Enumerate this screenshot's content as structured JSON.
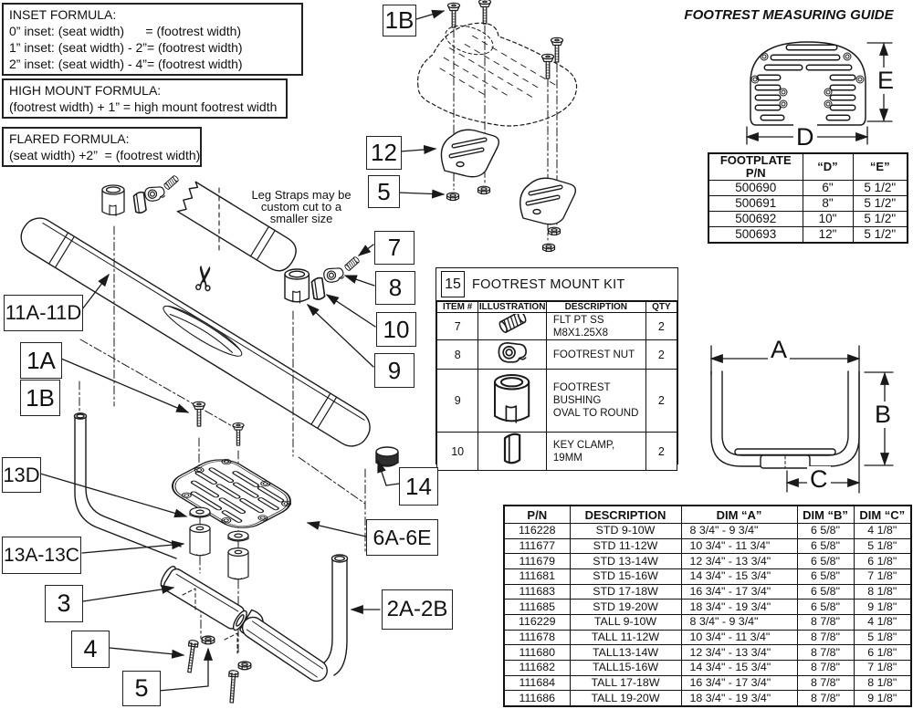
{
  "formulas": {
    "inset": {
      "title": "INSET FORMULA:",
      "line1": "0” inset: (seat width)      = (footrest width)",
      "line2": "1” inset: (seat width) - 2”= (footrest width)",
      "line3": "2” inset: (seat width) - 4”= (footrest width)"
    },
    "high_mount": {
      "title": "HIGH MOUNT FORMULA:",
      "line1": "(footrest width) + 1” = high mount footrest width"
    },
    "flared": {
      "title": "FLARED FORMULA:",
      "line1": "(seat width) +2”  = (footrest width)"
    }
  },
  "notes": {
    "leg_straps_line1": "Leg Straps may be",
    "leg_straps_line2": "custom cut to a",
    "leg_straps_line3": "smaller size"
  },
  "callouts": {
    "c1b_top": "1B",
    "c12": "12",
    "c5_top": "5",
    "c7": "7",
    "c8": "8",
    "c10": "10",
    "c9": "9",
    "c11a_11d": "11A-11D",
    "c1a": "1A",
    "c1b_left": "1B",
    "c13d": "13D",
    "c13a_13c": "13A-13C",
    "c3": "3",
    "c4": "4",
    "c5_bottom": "5",
    "c14": "14",
    "c6a_6e": "6A-6E",
    "c2a_2b": "2A-2B"
  },
  "measuring_guide": {
    "title": "FOOTREST MEASURING GUIDE",
    "dim_d_label": "D",
    "dim_e_label": "E"
  },
  "footplate_table": {
    "headers": [
      "FOOTPLATE\nP/N",
      "“D”",
      "“E”"
    ],
    "rows": [
      [
        "500690",
        "6\"",
        "5 1/2\""
      ],
      [
        "500691",
        "8\"",
        "5 1/2\""
      ],
      [
        "500692",
        "10\"",
        "5 1/2\""
      ],
      [
        "500693",
        "12\"",
        "5 1/2\""
      ]
    ]
  },
  "mount_kit_table": {
    "badge": "15",
    "title": "FOOTREST MOUNT KIT",
    "headers": [
      "ITEM #",
      "ILLUSTRATION",
      "DESCRIPTION",
      "QTY"
    ],
    "rows": [
      {
        "item": "7",
        "icon": "set-screw-icon",
        "desc1": "FLT PT SS",
        "desc2": "M8X1.25X8",
        "desc3": "",
        "qty": "2"
      },
      {
        "item": "8",
        "icon": "footrest-nut-icon",
        "desc1": "FOOTREST NUT",
        "desc2": "",
        "desc3": "",
        "qty": "2"
      },
      {
        "item": "9",
        "icon": "bushing-icon",
        "desc1": "FOOTREST",
        "desc2": "BUSHING",
        "desc3": "OVAL TO ROUND",
        "qty": "2"
      },
      {
        "item": "10",
        "icon": "key-clamp-icon",
        "desc1": "KEY CLAMP, 19MM",
        "desc2": "",
        "desc3": "",
        "qty": "2"
      }
    ]
  },
  "hanger_dims": {
    "a_label": "A",
    "b_label": "B",
    "c_label": "C"
  },
  "pn_table": {
    "headers": [
      "P/N",
      "DESCRIPTION",
      "DIM “A”",
      "DIM “B”",
      "DIM “C”"
    ],
    "rows": [
      [
        "116228",
        "STD 9-10W",
        "8 3/4\" - 9 3/4\"",
        "6 5/8\"",
        "4 1/8\""
      ],
      [
        "111677",
        "STD 11-12W",
        "10 3/4\" - 11 3/4\"",
        "6 5/8\"",
        "5 1/8\""
      ],
      [
        "111679",
        "STD 13-14W",
        "12 3/4\" - 13 3/4\"",
        "6 5/8\"",
        "6 1/8\""
      ],
      [
        "111681",
        "STD 15-16W",
        "14 3/4\" - 15 3/4\"",
        "6 5/8\"",
        "7 1/8\""
      ],
      [
        "111683",
        "STD 17-18W",
        "16 3/4\" - 17 3/4\"",
        "6 5/8\"",
        "8 1/8\""
      ],
      [
        "111685",
        "STD 19-20W",
        "18 3/4\" - 19 3/4\"",
        "6 5/8\"",
        "9 1/8\""
      ],
      [
        "116229",
        "TALL 9-10W",
        "8 3/4\" - 9 3/4\"",
        "8 7/8\"",
        "4 1/8\""
      ],
      [
        "111678",
        "TALL 11-12W",
        "10 3/4\" - 11 3/4\"",
        "8 7/8\"",
        "5 1/8\""
      ],
      [
        "111680",
        "TALL13-14W",
        "12 3/4\" - 13 3/4\"",
        "8 7/8\"",
        "6 1/8\""
      ],
      [
        "111682",
        "TALL15-16W",
        "14 3/4\" - 15 3/4\"",
        "8 7/8\"",
        "7 1/8\""
      ],
      [
        "111684",
        "TALL 17-18W",
        "16 3/4\" - 17 3/4\"",
        "8 7/8\"",
        "8 1/8\""
      ],
      [
        "111686",
        "TALL 19-20W",
        "18 3/4\" - 19 3/4\"",
        "8 7/8\"",
        "9 1/8\""
      ]
    ]
  }
}
